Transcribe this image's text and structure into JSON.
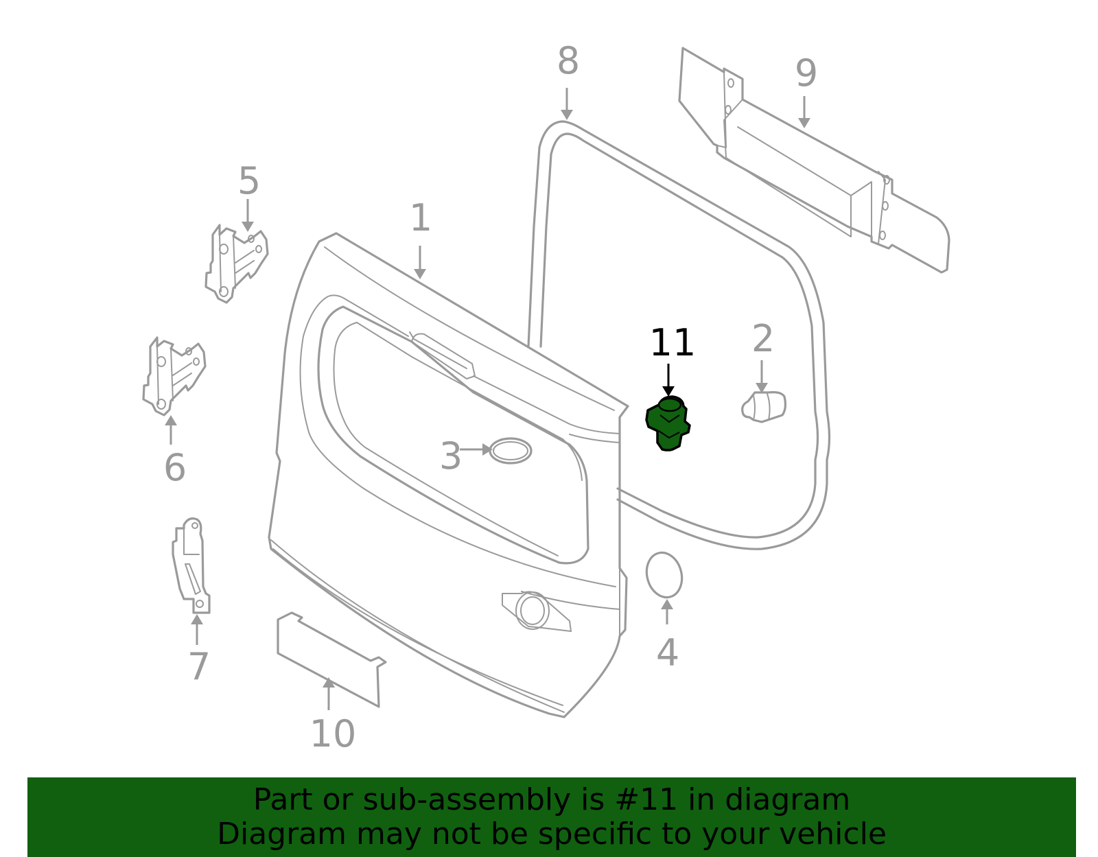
{
  "callouts": {
    "c1": "1",
    "c2": "2",
    "c3": "3",
    "c4": "4",
    "c5": "5",
    "c6": "6",
    "c7": "7",
    "c8": "8",
    "c9": "9",
    "c10": "10",
    "c11": "11"
  },
  "highlighted_part": "11",
  "colors": {
    "outline": "#9a9a9a",
    "highlight_part": "#106010",
    "banner_background": "#106010",
    "banner_text": "#000000"
  },
  "banner": {
    "line1": "Part or sub-assembly is #11 in diagram",
    "line2": "Diagram may not be specific to your vehicle"
  }
}
